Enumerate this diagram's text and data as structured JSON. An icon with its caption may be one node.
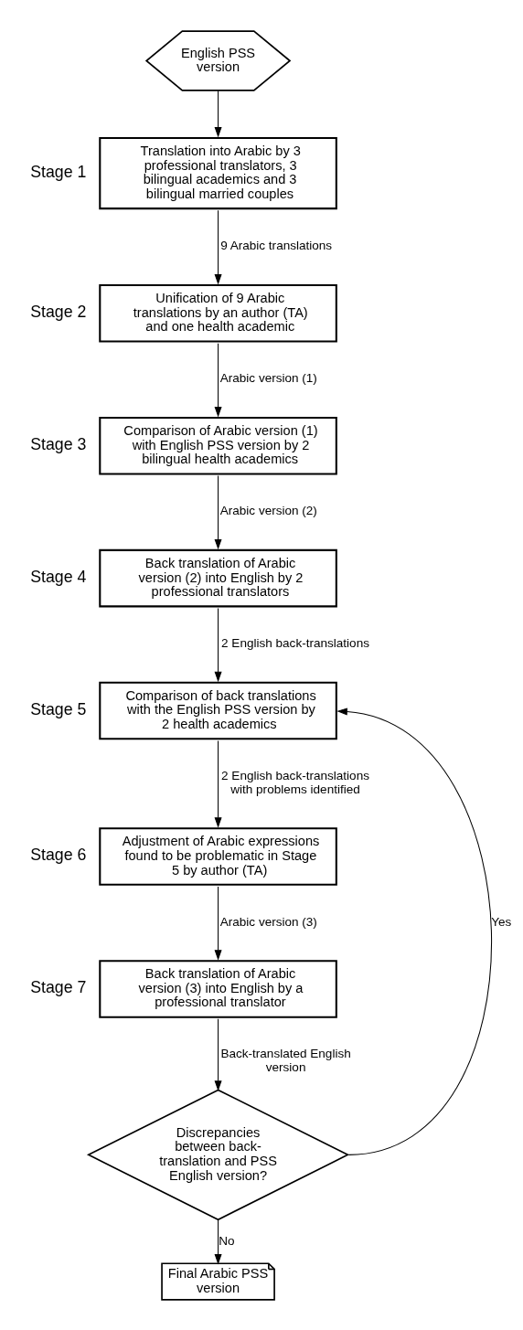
{
  "diagram": {
    "nodes": [
      {
        "text": [
          "English PSS version"
        ]
      },
      {
        "text": [
          "Translation into Arabic by 3 professional translators, 3 bilingual academics and 3 bilingual married couples"
        ],
        "beside": [
          "Stage 1"
        ]
      },
      {
        "text": [
          "Unification of 9 Arabic translations by an author (TA) and one health academic"
        ],
        "beside": [
          "Stage 2"
        ]
      },
      {
        "text": [
          "Comparison of Arabic version (1) with English PSS version by 2 bilingual health academics"
        ],
        "beside": [
          "Stage 3"
        ]
      },
      {
        "text": [
          "Back translation of Arabic version (2) into English by 2 professional translators"
        ],
        "beside": [
          "Stage 4"
        ]
      },
      {
        "text": [
          "Comparison of back translations with the English PSS version by 2 health academics"
        ],
        "beside": [
          "Stage 5"
        ]
      },
      {
        "text": [
          "Adjustment of Arabic expressions found to be problematic in Stage 5 by author (TA)"
        ],
        "beside": [
          "Stage 6"
        ]
      },
      {
        "text": [
          "Back translation of Arabic version (3) into English by a professional translator"
        ],
        "beside": [
          "Stage 7"
        ]
      },
      {
        "text": [
          "Discrepancies between back-translation and PSS English version?"
        ]
      },
      {
        "text": [
          "Final Arabic PSS version"
        ]
      }
    ],
    "edges": [
      {
        "from": 0,
        "to": 1,
        "arrow": "to"
      },
      {
        "from": 1,
        "to": 2,
        "arrow": "to",
        "label": "9 Arabic translations"
      },
      {
        "from": 2,
        "to": 3,
        "arrow": "to",
        "label": "Arabic version (1)"
      },
      {
        "from": 3,
        "to": 4,
        "arrow": "to",
        "label": "Arabic version (2)"
      },
      {
        "from": 4,
        "to": 5,
        "arrow": "to",
        "label": "2 English back-translations"
      },
      {
        "from": 5,
        "to": 6,
        "arrow": "to",
        "label": "2 English back-translations with problems identified"
      },
      {
        "from": 6,
        "to": 7,
        "arrow": "to",
        "label": "Arabic version (3)"
      },
      {
        "from": 7,
        "to": 8,
        "arrow": "to",
        "label": "Back-translated English version"
      },
      {
        "from": 8,
        "to": 5,
        "arrow": "to",
        "label": "Yes"
      },
      {
        "from": 8,
        "to": 9,
        "arrow": "to",
        "label": "No"
      }
    ]
  }
}
